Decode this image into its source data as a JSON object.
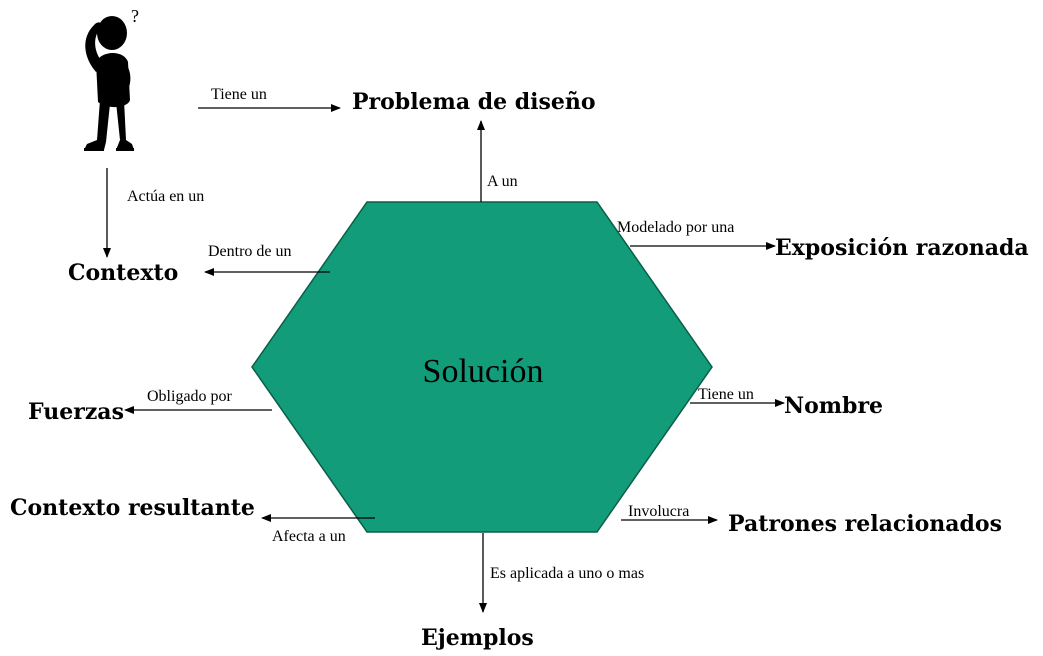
{
  "center": {
    "label": "Solución",
    "fill_color": "#129C79",
    "stroke_color": "#0b5e48"
  },
  "nodes": {
    "problema": "Problema de diseño",
    "contexto": "Contexto",
    "exposicion": "Exposición razonada",
    "nombre": "Nombre",
    "fuerzas": "Fuerzas",
    "contexto_resultante": "Contexto resultante",
    "patrones": "Patrones relacionados",
    "ejemplos": "Ejemplos"
  },
  "edges": {
    "tiene_un_problema": "Tiene un",
    "actua_en_un": "Actúa en un",
    "a_un": "A un",
    "dentro_de_un": "Dentro de un",
    "modelado_por_una": "Modelado por una",
    "obligado_por": "Obligado por",
    "tiene_un_nombre": "Tiene un",
    "involucra": "Involucra",
    "afecta_a_un": "Afecta a un",
    "es_aplicada": "Es aplicada a uno o mas"
  },
  "figure": {
    "icon": "thinking-person-icon",
    "question_mark": "?"
  }
}
